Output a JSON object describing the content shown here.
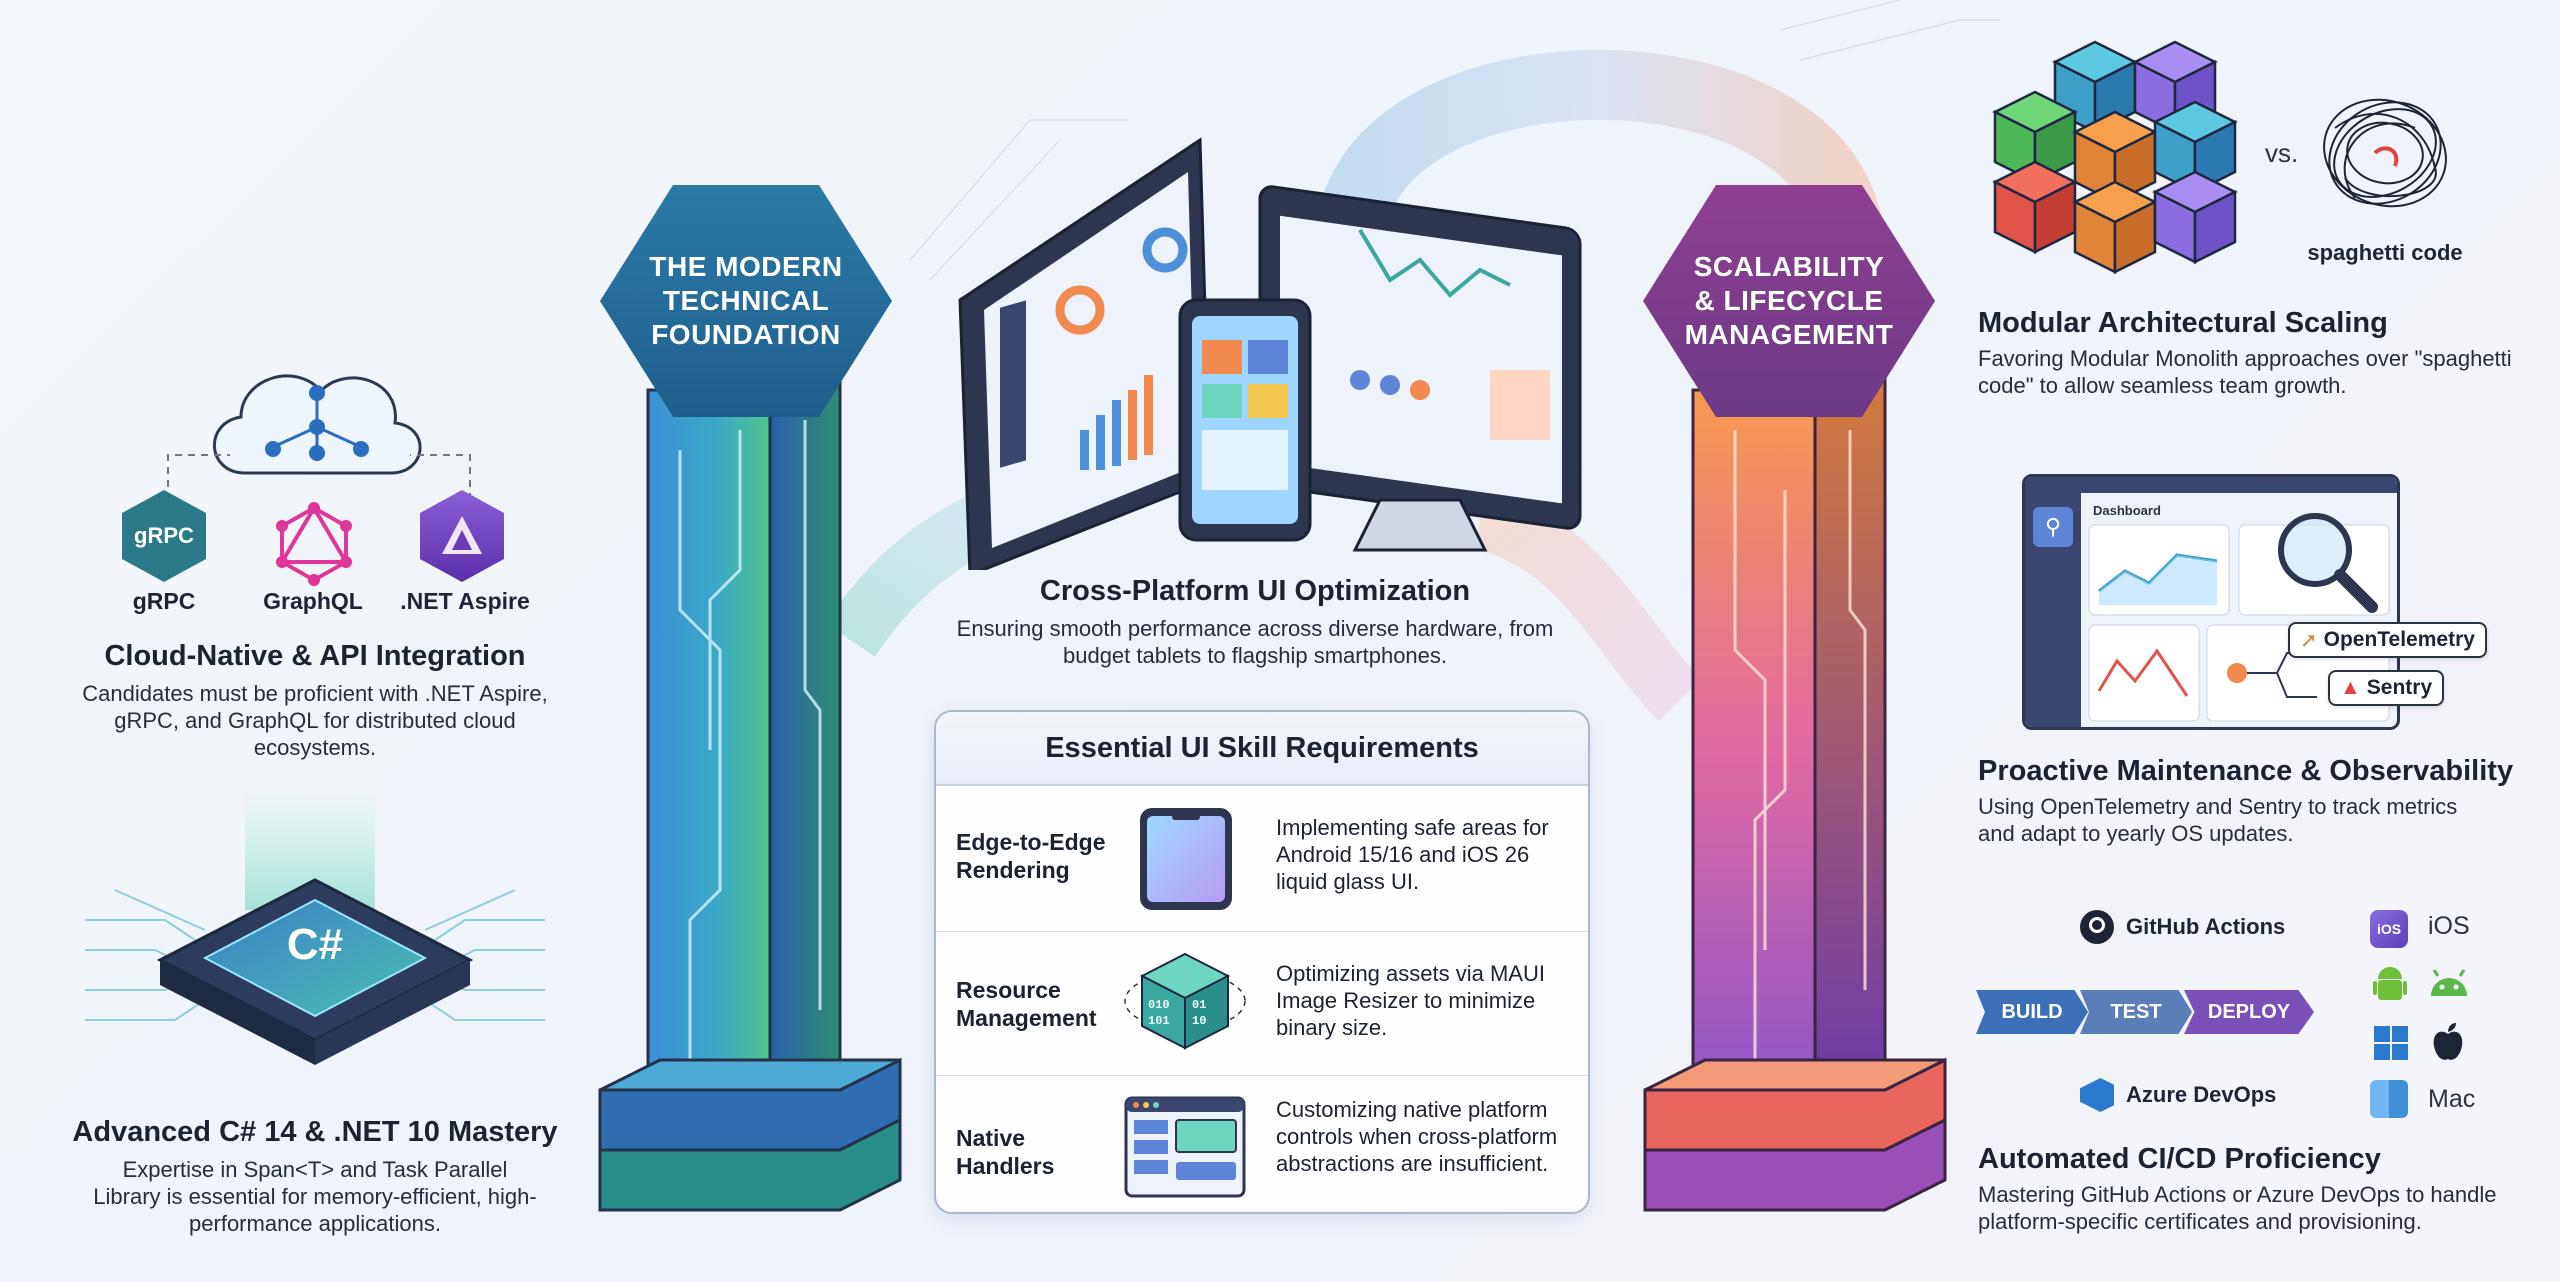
{
  "left_pillar": {
    "title": "THE MODERN TECHNICAL FOUNDATION"
  },
  "right_pillar": {
    "title": "SCALABILITY & LIFECYCLE MANAGEMENT"
  },
  "cloud_native": {
    "icons": [
      {
        "label": "gRPC",
        "glyph": "gRPC"
      },
      {
        "label": "GraphQL"
      },
      {
        "label": ".NET Aspire"
      }
    ],
    "title": "Cloud-Native & API Integration",
    "description": "Candidates must be proficient with .NET Aspire, gRPC, and GraphQL for distributed cloud ecosystems."
  },
  "csharp": {
    "chip_text": "C#",
    "title": "Advanced C# 14 & .NET 10 Mastery",
    "description": "Expertise in Span<T> and Task Parallel Library is essential for memory-efficient, high-performance applications."
  },
  "cross_platform": {
    "title": "Cross-Platform UI Optimization",
    "description": "Ensuring smooth performance across diverse hardware, from budget tablets to flagship smartphones."
  },
  "ui_requirements": {
    "heading": "Essential UI Skill Requirements",
    "rows": [
      {
        "label": "Edge-to-Edge Rendering",
        "description": "Implementing safe areas for Android 15/16 and iOS 26 liquid glass UI."
      },
      {
        "label": "Resource Management",
        "description": "Optimizing assets via MAUI Image Resizer to minimize binary size."
      },
      {
        "label": "Native Handlers",
        "description": "Customizing native platform controls when cross-platform abstractions are insufficient."
      }
    ]
  },
  "modular": {
    "vs": "vs.",
    "spaghetti_label": "spaghetti code",
    "title": "Modular Architectural Scaling",
    "description": "Favoring Modular Monolith approaches over \"spaghetti code\" to allow seamless team growth."
  },
  "observability": {
    "dashboard_label": "Dashboard",
    "tags": [
      "OpenTelemetry",
      "Sentry"
    ],
    "title": "Proactive Maintenance & Observability",
    "description": "Using OpenTelemetry and Sentry to track metrics and adapt to yearly OS updates."
  },
  "cicd": {
    "github": "GitHub Actions",
    "azure": "Azure DevOps",
    "pipeline": [
      "BUILD",
      "TEST",
      "DEPLOY"
    ],
    "platforms": [
      "iOS",
      "Mac"
    ],
    "ios_badge": "iOS",
    "title": "Automated CI/CD Proficiency",
    "description": "Mastering GitHub Actions or Azure DevOps to handle platform-specific certificates and provisioning."
  },
  "colors": {
    "foundation_hex": "#1f5f8c",
    "scalability_hex": "#7a3d86",
    "pipeline": "#3d6fb8"
  }
}
